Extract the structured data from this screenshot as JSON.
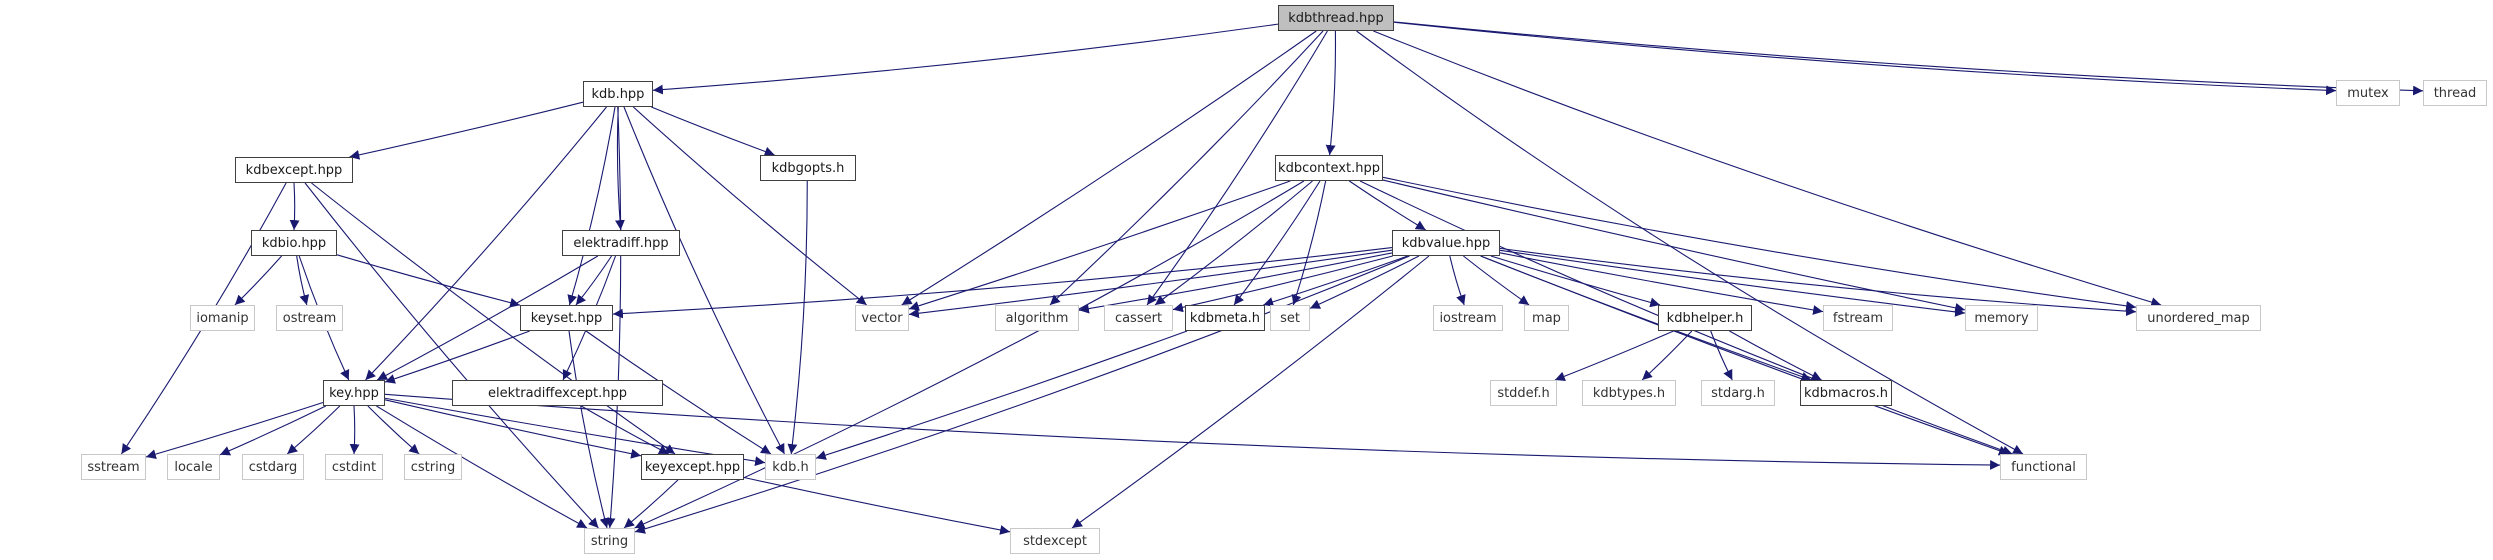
{
  "graph": {
    "title": "kdbthread.hpp include dependency graph",
    "edge_color": "#191970",
    "root": "kdbthread",
    "nodes": [
      {
        "id": "kdbthread",
        "label": "kdbthread.hpp",
        "kind": "root"
      },
      {
        "id": "mutex",
        "label": "mutex",
        "kind": "system"
      },
      {
        "id": "thread",
        "label": "thread",
        "kind": "system"
      },
      {
        "id": "kdb_hpp",
        "label": "kdb.hpp",
        "kind": "project"
      },
      {
        "id": "kdbexcept",
        "label": "kdbexcept.hpp",
        "kind": "project"
      },
      {
        "id": "kdbgopts",
        "label": "kdbgopts.h",
        "kind": "project"
      },
      {
        "id": "kdbio",
        "label": "kdbio.hpp",
        "kind": "project"
      },
      {
        "id": "elektradiff",
        "label": "elektradiff.hpp",
        "kind": "project"
      },
      {
        "id": "keyset",
        "label": "keyset.hpp",
        "kind": "project"
      },
      {
        "id": "key",
        "label": "key.hpp",
        "kind": "project"
      },
      {
        "id": "elektradiffexcept",
        "label": "elektradiffexcept.hpp",
        "kind": "project"
      },
      {
        "id": "keyexcept",
        "label": "keyexcept.hpp",
        "kind": "project"
      },
      {
        "id": "kdb_h",
        "label": "kdb.h",
        "kind": "system"
      },
      {
        "id": "string",
        "label": "string",
        "kind": "system"
      },
      {
        "id": "stdexcept",
        "label": "stdexcept",
        "kind": "system"
      },
      {
        "id": "sstream",
        "label": "sstream",
        "kind": "system"
      },
      {
        "id": "locale",
        "label": "locale",
        "kind": "system"
      },
      {
        "id": "cstdarg",
        "label": "cstdarg",
        "kind": "system"
      },
      {
        "id": "cstdint",
        "label": "cstdint",
        "kind": "system"
      },
      {
        "id": "cstring",
        "label": "cstring",
        "kind": "system"
      },
      {
        "id": "iomanip",
        "label": "iomanip",
        "kind": "system"
      },
      {
        "id": "ostream",
        "label": "ostream",
        "kind": "system"
      },
      {
        "id": "vector",
        "label": "vector",
        "kind": "system"
      },
      {
        "id": "algorithm",
        "label": "algorithm",
        "kind": "system"
      },
      {
        "id": "cassert",
        "label": "cassert",
        "kind": "system"
      },
      {
        "id": "kdbcontext",
        "label": "kdbcontext.hpp",
        "kind": "project"
      },
      {
        "id": "kdbvalue",
        "label": "kdbvalue.hpp",
        "kind": "project"
      },
      {
        "id": "kdbmeta",
        "label": "kdbmeta.h",
        "kind": "project"
      },
      {
        "id": "set",
        "label": "set",
        "kind": "system"
      },
      {
        "id": "iostream",
        "label": "iostream",
        "kind": "system"
      },
      {
        "id": "map",
        "label": "map",
        "kind": "system"
      },
      {
        "id": "kdbhelper",
        "label": "kdbhelper.h",
        "kind": "project"
      },
      {
        "id": "fstream",
        "label": "fstream",
        "kind": "system"
      },
      {
        "id": "memory",
        "label": "memory",
        "kind": "system"
      },
      {
        "id": "unordered_map",
        "label": "unordered_map",
        "kind": "system"
      },
      {
        "id": "stddef",
        "label": "stddef.h",
        "kind": "system"
      },
      {
        "id": "kdbtypes",
        "label": "kdbtypes.h",
        "kind": "system"
      },
      {
        "id": "stdarg",
        "label": "stdarg.h",
        "kind": "system"
      },
      {
        "id": "kdbmacros",
        "label": "kdbmacros.h",
        "kind": "project"
      },
      {
        "id": "functional",
        "label": "functional",
        "kind": "system"
      }
    ],
    "edges": [
      [
        "kdbthread",
        "kdb_hpp"
      ],
      [
        "kdbthread",
        "kdbcontext"
      ],
      [
        "kdbthread",
        "vector"
      ],
      [
        "kdbthread",
        "algorithm"
      ],
      [
        "kdbthread",
        "cassert"
      ],
      [
        "kdbthread",
        "mutex"
      ],
      [
        "kdbthread",
        "thread"
      ],
      [
        "kdbthread",
        "unordered_map"
      ],
      [
        "kdbthread",
        "functional"
      ],
      [
        "kdb_hpp",
        "kdbexcept"
      ],
      [
        "kdb_hpp",
        "kdbgopts"
      ],
      [
        "kdb_hpp",
        "elektradiff"
      ],
      [
        "kdb_hpp",
        "keyset"
      ],
      [
        "kdb_hpp",
        "key"
      ],
      [
        "kdb_hpp",
        "kdb_h"
      ],
      [
        "kdb_hpp",
        "string"
      ],
      [
        "kdb_hpp",
        "vector"
      ],
      [
        "kdbexcept",
        "kdbio"
      ],
      [
        "kdbexcept",
        "sstream"
      ],
      [
        "kdbexcept",
        "string"
      ],
      [
        "kdbexcept",
        "keyexcept"
      ],
      [
        "kdbgopts",
        "kdb_h"
      ],
      [
        "kdbio",
        "iomanip"
      ],
      [
        "kdbio",
        "ostream"
      ],
      [
        "kdbio",
        "keyset"
      ],
      [
        "kdbio",
        "key"
      ],
      [
        "elektradiff",
        "keyset"
      ],
      [
        "elektradiff",
        "key"
      ],
      [
        "elektradiff",
        "elektradiffexcept"
      ],
      [
        "keyset",
        "key"
      ],
      [
        "keyset",
        "kdb_h"
      ],
      [
        "keyset",
        "string"
      ],
      [
        "elektradiffexcept",
        "keyexcept"
      ],
      [
        "key",
        "sstream"
      ],
      [
        "key",
        "locale"
      ],
      [
        "key",
        "cstdarg"
      ],
      [
        "key",
        "cstdint"
      ],
      [
        "key",
        "cstring"
      ],
      [
        "key",
        "string"
      ],
      [
        "key",
        "keyexcept"
      ],
      [
        "key",
        "kdb_h"
      ],
      [
        "key",
        "functional"
      ],
      [
        "keyexcept",
        "string"
      ],
      [
        "keyexcept",
        "stdexcept"
      ],
      [
        "kdbcontext",
        "kdbvalue"
      ],
      [
        "kdbcontext",
        "vector"
      ],
      [
        "kdbcontext",
        "cassert"
      ],
      [
        "kdbcontext",
        "kdbmeta"
      ],
      [
        "kdbcontext",
        "set"
      ],
      [
        "kdbcontext",
        "string"
      ],
      [
        "kdbcontext",
        "memory"
      ],
      [
        "kdbcontext",
        "unordered_map"
      ],
      [
        "kdbcontext",
        "functional"
      ],
      [
        "kdbvalue",
        "keyset"
      ],
      [
        "kdbvalue",
        "vector"
      ],
      [
        "kdbvalue",
        "algorithm"
      ],
      [
        "kdbvalue",
        "cassert"
      ],
      [
        "kdbvalue",
        "kdbmeta"
      ],
      [
        "kdbvalue",
        "set"
      ],
      [
        "kdbvalue",
        "iostream"
      ],
      [
        "kdbvalue",
        "map"
      ],
      [
        "kdbvalue",
        "kdbhelper"
      ],
      [
        "kdbvalue",
        "fstream"
      ],
      [
        "kdbvalue",
        "memory"
      ],
      [
        "kdbvalue",
        "unordered_map"
      ],
      [
        "kdbvalue",
        "kdbmacros"
      ],
      [
        "kdbvalue",
        "functional"
      ],
      [
        "kdbvalue",
        "string"
      ],
      [
        "kdbvalue",
        "stdexcept"
      ],
      [
        "kdbmeta",
        "kdb_h"
      ],
      [
        "kdbhelper",
        "stddef"
      ],
      [
        "kdbhelper",
        "kdbtypes"
      ],
      [
        "kdbhelper",
        "stdarg"
      ],
      [
        "kdbhelper",
        "kdbmacros"
      ]
    ]
  }
}
